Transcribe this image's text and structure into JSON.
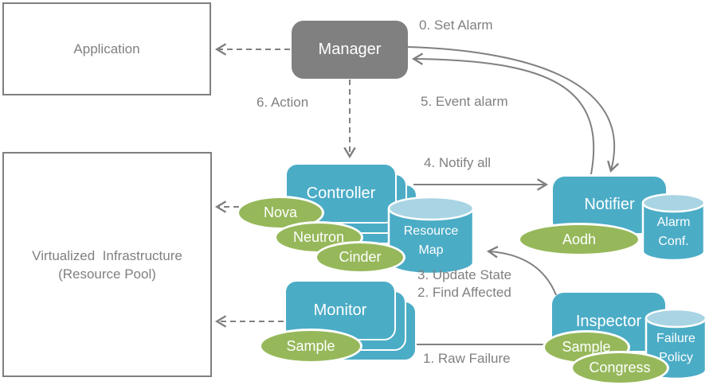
{
  "colors": {
    "blue": "#4BACC6",
    "blue_light": "#A9D4E3",
    "green": "#96B85A",
    "gray": "#808080",
    "border_gray": "#7F7F7F"
  },
  "boxes": {
    "application": {
      "label": "Application"
    },
    "infrastructure": {
      "line1": "Virtualized  Infrastructure",
      "line2": "(Resource Pool)"
    },
    "manager": {
      "label": "Manager"
    },
    "controller": {
      "label": "Controller"
    },
    "monitor": {
      "label": "Monitor"
    },
    "notifier": {
      "label": "Notifier"
    },
    "inspector": {
      "label": "Inspector"
    }
  },
  "cylinders": {
    "resource_map": {
      "line1": "Resource",
      "line2": "Map"
    },
    "alarm_conf": {
      "line1": "Alarm",
      "line2": "Conf."
    },
    "failure_policy": {
      "line1": "Failure",
      "line2": "Policy"
    }
  },
  "ellipses": {
    "nova": {
      "label": "Nova"
    },
    "neutron": {
      "label": "Neutron"
    },
    "cinder": {
      "label": "Cinder"
    },
    "monitor_sample": {
      "label": "Sample"
    },
    "aodh": {
      "label": "Aodh"
    },
    "inspector_sample": {
      "label": "Sample"
    },
    "congress": {
      "label": "Congress"
    }
  },
  "arrow_labels": {
    "set_alarm": "0. Set Alarm",
    "action": "6. Action",
    "event_alarm": "5. Event alarm",
    "notify_all": "4. Notify all",
    "update_state": "3. Update State",
    "find_affected": "2. Find Affected",
    "raw_failure": "1. Raw Failure"
  }
}
